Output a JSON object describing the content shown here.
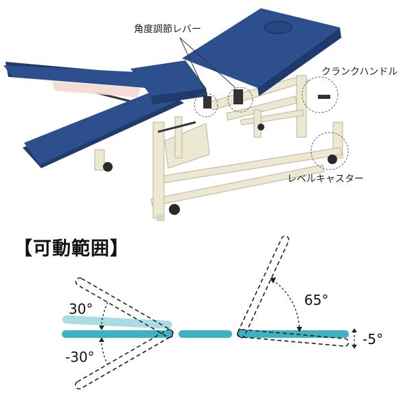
{
  "callouts": {
    "angle_lever": "角度調節レバー",
    "crank_handle": "クランクハンドル",
    "level_caster": "レベルキャスター"
  },
  "section_title": "【可動範囲】",
  "angles": {
    "head_up": "30°",
    "head_down": "-30°",
    "back_up": "65°",
    "foot_down": "-5°"
  },
  "colors": {
    "upholstery": "#2d4f8e",
    "upholstery_dark": "#1f3a6c",
    "frame": "#ece8d2",
    "diagram_teal": "#3bb3c3",
    "diagram_teal_light": "#a9dde4"
  }
}
